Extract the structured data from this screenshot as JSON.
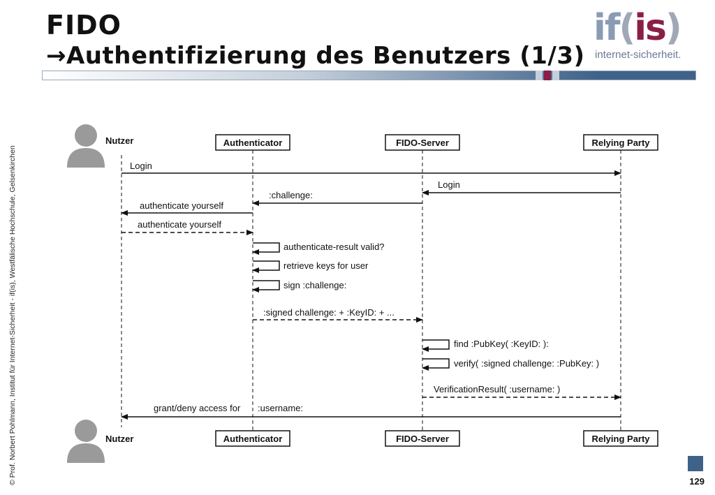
{
  "header": {
    "title_line1": "FIDO",
    "title_line2": "→Authentifizierung des Benutzers (1/3)"
  },
  "logo": {
    "mark_part1": "if",
    "mark_part2": "(",
    "mark_part3": "is",
    "mark_part4": ")",
    "tagline": "internet-sicherheit."
  },
  "sidebar_copyright": "© Prof.  Norbert Pohlmann, Institut für Internet-Sicherheit - if(is), Westfälische Hochschule, Gelsenkirchen",
  "page_number": "129",
  "colors": {
    "accent": "#3f6289",
    "brand_red": "#8b1e46"
  },
  "diagram": {
    "actors": {
      "user": "Nutzer",
      "authenticator": "Authenticator",
      "fido_server": "FIDO-Server",
      "relying_party": "Relying Party"
    },
    "messages": [
      "Login",
      "Login",
      ":challenge:",
      "authenticate yourself",
      "authenticate yourself",
      "authenticate-result valid?",
      "retrieve keys for user",
      "sign :challenge:",
      ":signed challenge: + :KeyID: + ...",
      "find :PubKey( :KeyID: ):",
      "verify( :signed challenge: :PubKey: )",
      "VerificationResult( :username: )",
      "grant/deny access for",
      ":username:"
    ]
  }
}
